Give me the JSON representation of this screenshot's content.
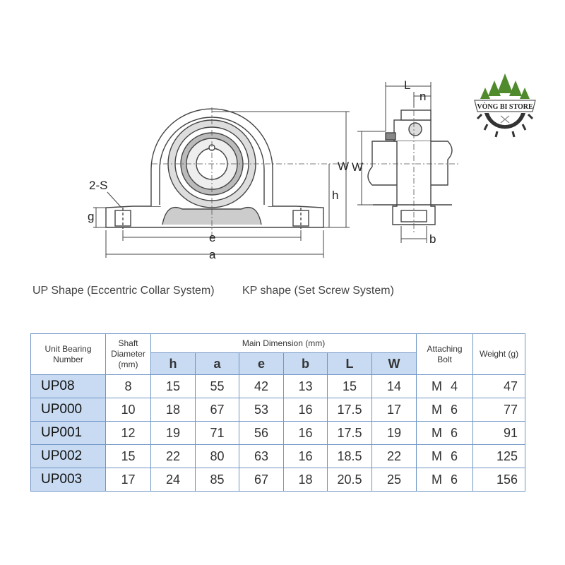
{
  "drawing": {
    "front_labels": {
      "two_s": "2-S",
      "g": "g",
      "h": "h",
      "e": "e",
      "a": "a",
      "w": "W"
    },
    "side_labels": {
      "l": "L",
      "n": "n",
      "w": "W",
      "b": "b"
    }
  },
  "logo": {
    "text": "VÒNG BI STORE"
  },
  "captions": {
    "up": "UP Shape (Eccentric Collar System)",
    "kp": "KP shape (Set Screw System)"
  },
  "table": {
    "headers": {
      "unit": [
        "Unit Bearing",
        "Number"
      ],
      "shaft": [
        "Shaft",
        "Diameter",
        "(mm)"
      ],
      "main": "Main Dimension (mm)",
      "bolt": [
        "Attaching",
        "Bolt"
      ],
      "weight": "Weight (g)",
      "sub": [
        "h",
        "a",
        "e",
        "b",
        "L",
        "W"
      ]
    },
    "rows": [
      {
        "unit": "UP08",
        "shaft": "8",
        "h": "15",
        "a": "55",
        "e": "42",
        "b": "13",
        "L": "15",
        "W": "14",
        "bolt_m": "M",
        "bolt_n": "4",
        "weight": "47"
      },
      {
        "unit": "UP000",
        "shaft": "10",
        "h": "18",
        "a": "67",
        "e": "53",
        "b": "16",
        "L": "17.5",
        "W": "17",
        "bolt_m": "M",
        "bolt_n": "6",
        "weight": "77"
      },
      {
        "unit": "UP001",
        "shaft": "12",
        "h": "19",
        "a": "71",
        "e": "56",
        "b": "16",
        "L": "17.5",
        "W": "19",
        "bolt_m": "M",
        "bolt_n": "6",
        "weight": "91"
      },
      {
        "unit": "UP002",
        "shaft": "15",
        "h": "22",
        "a": "80",
        "e": "63",
        "b": "16",
        "L": "18.5",
        "W": "22",
        "bolt_m": "M",
        "bolt_n": "6",
        "weight": "125"
      },
      {
        "unit": "UP003",
        "shaft": "17",
        "h": "24",
        "a": "85",
        "e": "67",
        "b": "18",
        "L": "20.5",
        "W": "25",
        "bolt_m": "M",
        "bolt_n": "6",
        "weight": "156"
      }
    ]
  },
  "colors": {
    "header_fill": "#c8dbf2",
    "border": "#6f95c6"
  }
}
